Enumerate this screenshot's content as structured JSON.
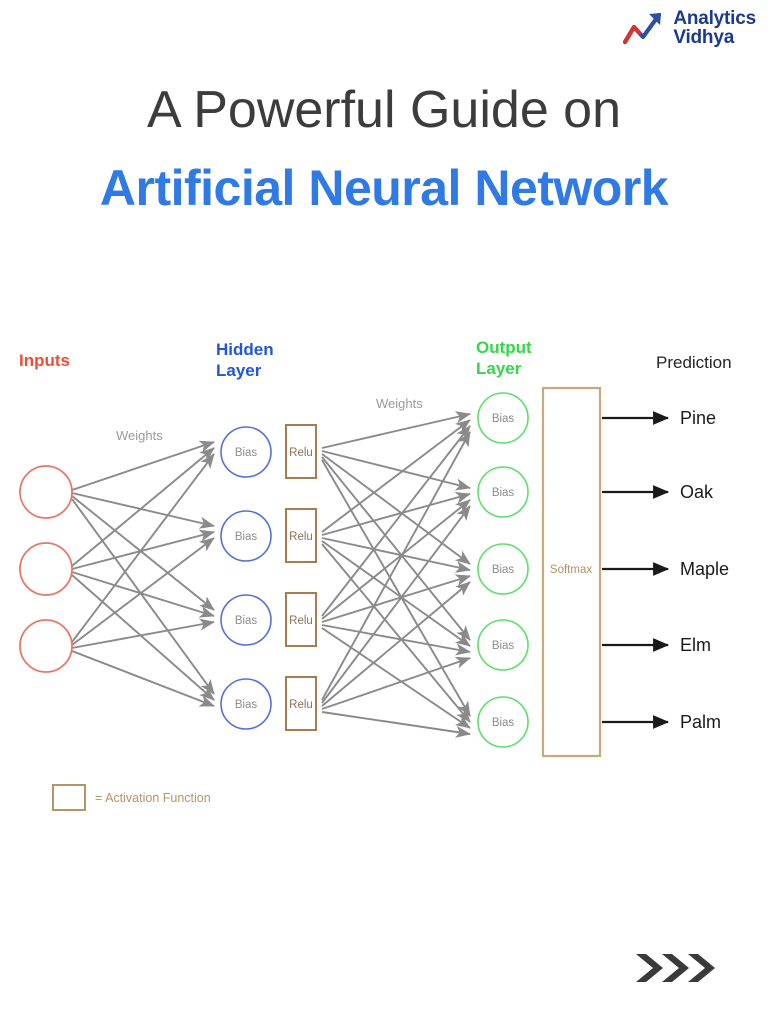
{
  "logo": {
    "line1": "Analytics",
    "line2": "Vidhya",
    "icon": "arrow-trend-up-icon",
    "colors": {
      "text": "#1b3a8c",
      "arrow_blue": "#2b4fa8",
      "arrow_red": "#d8332a"
    }
  },
  "title": {
    "line1": "A Powerful Guide on",
    "line2": "Artificial Neural Network",
    "line1_color": "#3c3c3c",
    "line2_color": "#2f7ae5"
  },
  "diagram": {
    "labels": {
      "inputs": "Inputs",
      "hidden_layer": "Hidden\nLayer",
      "output_layer": "Output\nLayer",
      "prediction": "Prediction",
      "weights_1": "Weights",
      "weights_2": "Weights"
    },
    "label_colors": {
      "inputs": "#e8503a",
      "hidden_layer": "#2255dd",
      "output_layer": "#36d64a",
      "prediction": "#262626",
      "weights": "#9a9a9a"
    },
    "input_layer": {
      "node_count": 3,
      "node_label": "",
      "stroke": "#e8776a"
    },
    "hidden_layer": {
      "node_count": 4,
      "node_label": "Bias",
      "stroke": "#5570d8",
      "activation_label": "Relu",
      "activation_stroke": "#a97c4d"
    },
    "output_layer": {
      "node_count": 5,
      "node_label": "Bias",
      "stroke": "#5ede6b"
    },
    "softmax": {
      "label": "Softmax",
      "stroke": "#c8a97b"
    },
    "predictions": [
      "Pine",
      "Oak",
      "Maple",
      "Elm",
      "Palm"
    ],
    "connection_color": "#8a8a8a",
    "arrow_color": "#1a1a1a"
  },
  "legend": {
    "text": "= Activation Function",
    "box_color": "#b79468"
  },
  "footer": {
    "chevron_icon": "triple-chevron-right-icon",
    "chevron_color": "#3a3a3a"
  }
}
